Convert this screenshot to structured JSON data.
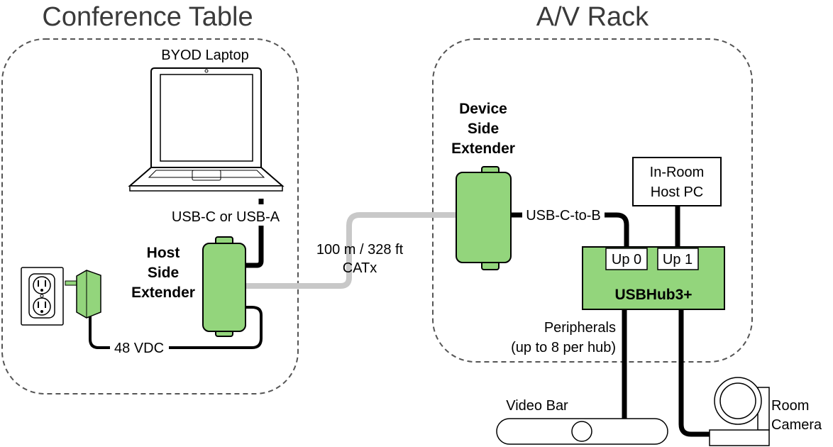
{
  "sections": {
    "conference_table": "Conference Table",
    "av_rack": "A/V Rack"
  },
  "devices": {
    "laptop": "BYOD Laptop",
    "host_extender": [
      "Host",
      "Side",
      "Extender"
    ],
    "device_extender": [
      "Device",
      "Side",
      "Extender"
    ],
    "host_pc": [
      "In-Room",
      "Host PC"
    ],
    "hub": "USBHub3+",
    "hub_port_0": "Up 0",
    "hub_port_1": "Up 1",
    "video_bar": "Video Bar",
    "room_camera": [
      "Room",
      "Camera"
    ]
  },
  "connections": {
    "laptop_cable": "USB-C or USB-A",
    "catx_length": "100 m / 328 ft",
    "catx_type": "CATx",
    "usb_c_to_b": "USB-C-to-B",
    "power": "48 VDC",
    "peripherals": [
      "Peripherals",
      "(up to 8 per hub)"
    ]
  },
  "colors": {
    "device_fill": "#93d57c",
    "cable_black": "#000000",
    "catx_cable": "#c8c8c8",
    "zone_border": "#555555",
    "section_text": "#3a3a3a"
  },
  "icons": [
    "laptop-icon",
    "wall-outlet-icon",
    "power-adapter-icon",
    "video-bar-icon",
    "room-camera-icon"
  ]
}
